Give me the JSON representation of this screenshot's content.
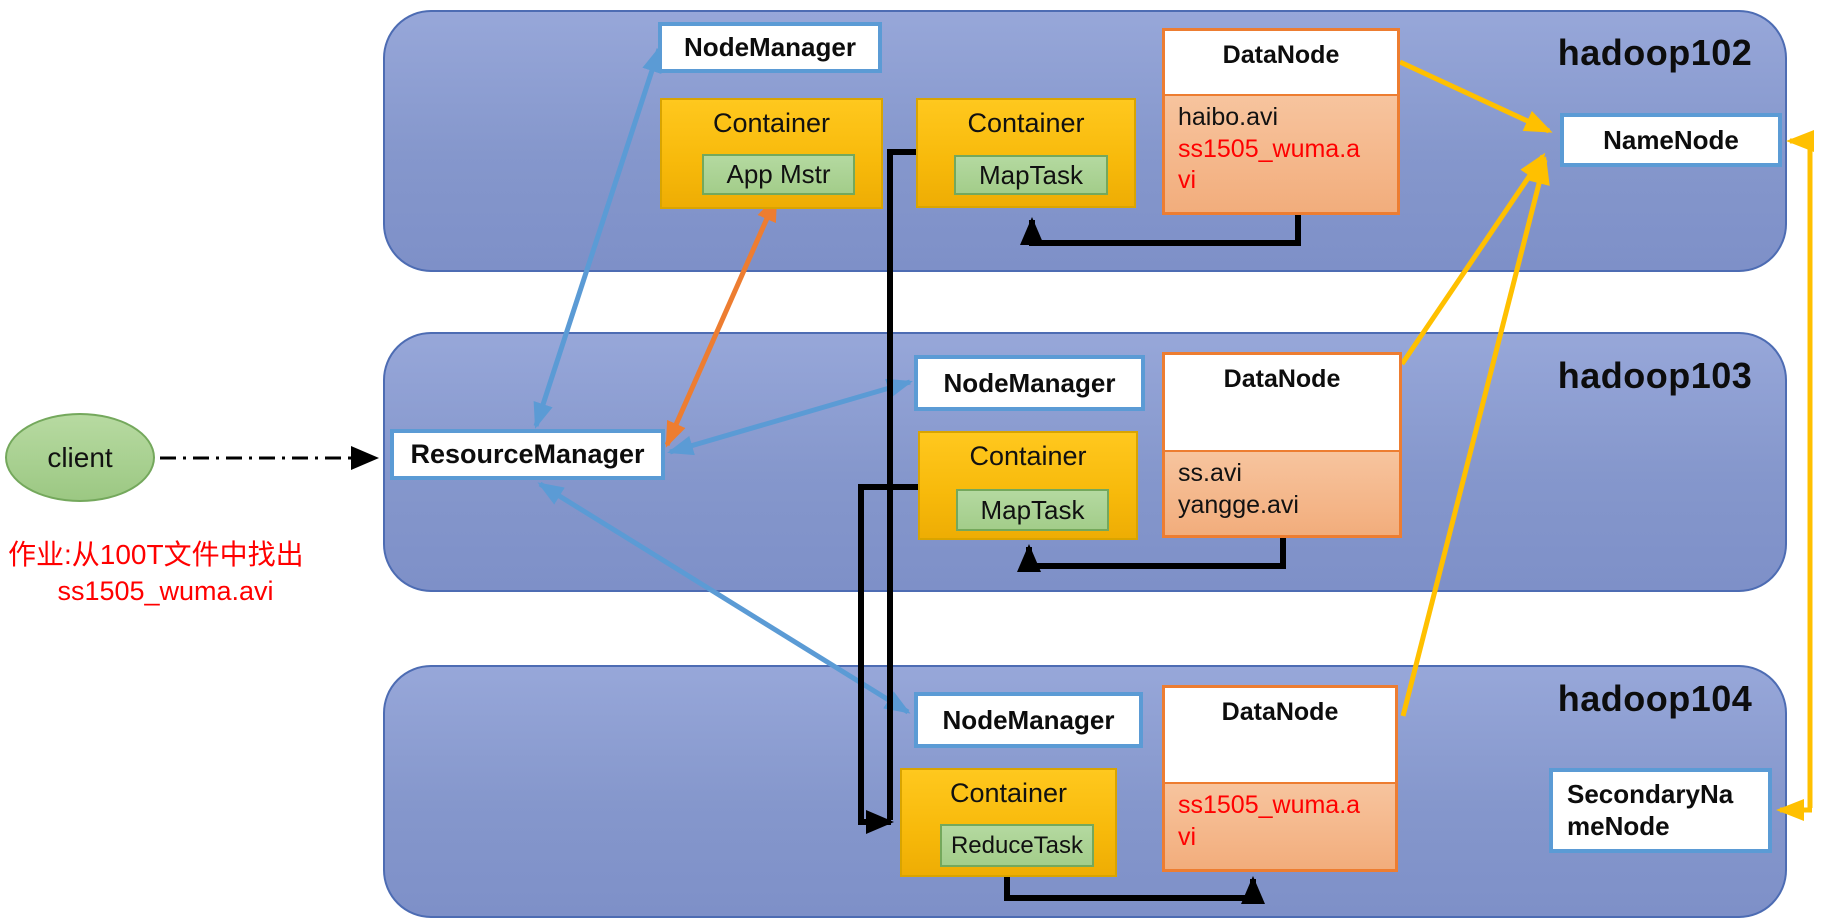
{
  "note": {
    "line1": "作业:从100T文件中找出",
    "line2": "ss1505_wuma.avi"
  },
  "client": {
    "label": "client"
  },
  "resource_manager": {
    "label": "ResourceManager"
  },
  "hadoop102": {
    "title": "hadoop102",
    "node_manager": "NodeManager",
    "app_container": {
      "label": "Container",
      "task": "App Mstr"
    },
    "map_container": {
      "label": "Container",
      "task": "MapTask"
    },
    "data_node": {
      "label": "DataNode",
      "file1": "haibo.avi",
      "file2": "ss1505_wuma.avi"
    },
    "name_node": "NameNode"
  },
  "hadoop103": {
    "title": "hadoop103",
    "node_manager": "NodeManager",
    "map_container": {
      "label": "Container",
      "task": "MapTask"
    },
    "data_node": {
      "label": "DataNode",
      "file1": "ss.avi",
      "file2": "yangge.avi"
    }
  },
  "hadoop104": {
    "title": "hadoop104",
    "node_manager": "NodeManager",
    "reduce_container": {
      "label": "Container",
      "task": "ReduceTask"
    },
    "data_node": {
      "label": "DataNode",
      "file1": "ss1505_wuma.avi"
    },
    "secondary_name_node": "SecondaryNameNode"
  },
  "colors": {
    "host_fill": "#8a9bd0",
    "host_border": "#4d6cb3",
    "box_border_blue": "#5b9bd5",
    "container_gold": "#ffc000",
    "task_green": "#a9d18e",
    "datanode_orange": "#ed7d31",
    "datanode_body": "#f4b183",
    "arrow_blue": "#5b9bd5",
    "arrow_orange": "#ed7d31",
    "arrow_yellow": "#ffc000",
    "arrow_black": "#000000",
    "highlight_red": "#ff0000"
  }
}
